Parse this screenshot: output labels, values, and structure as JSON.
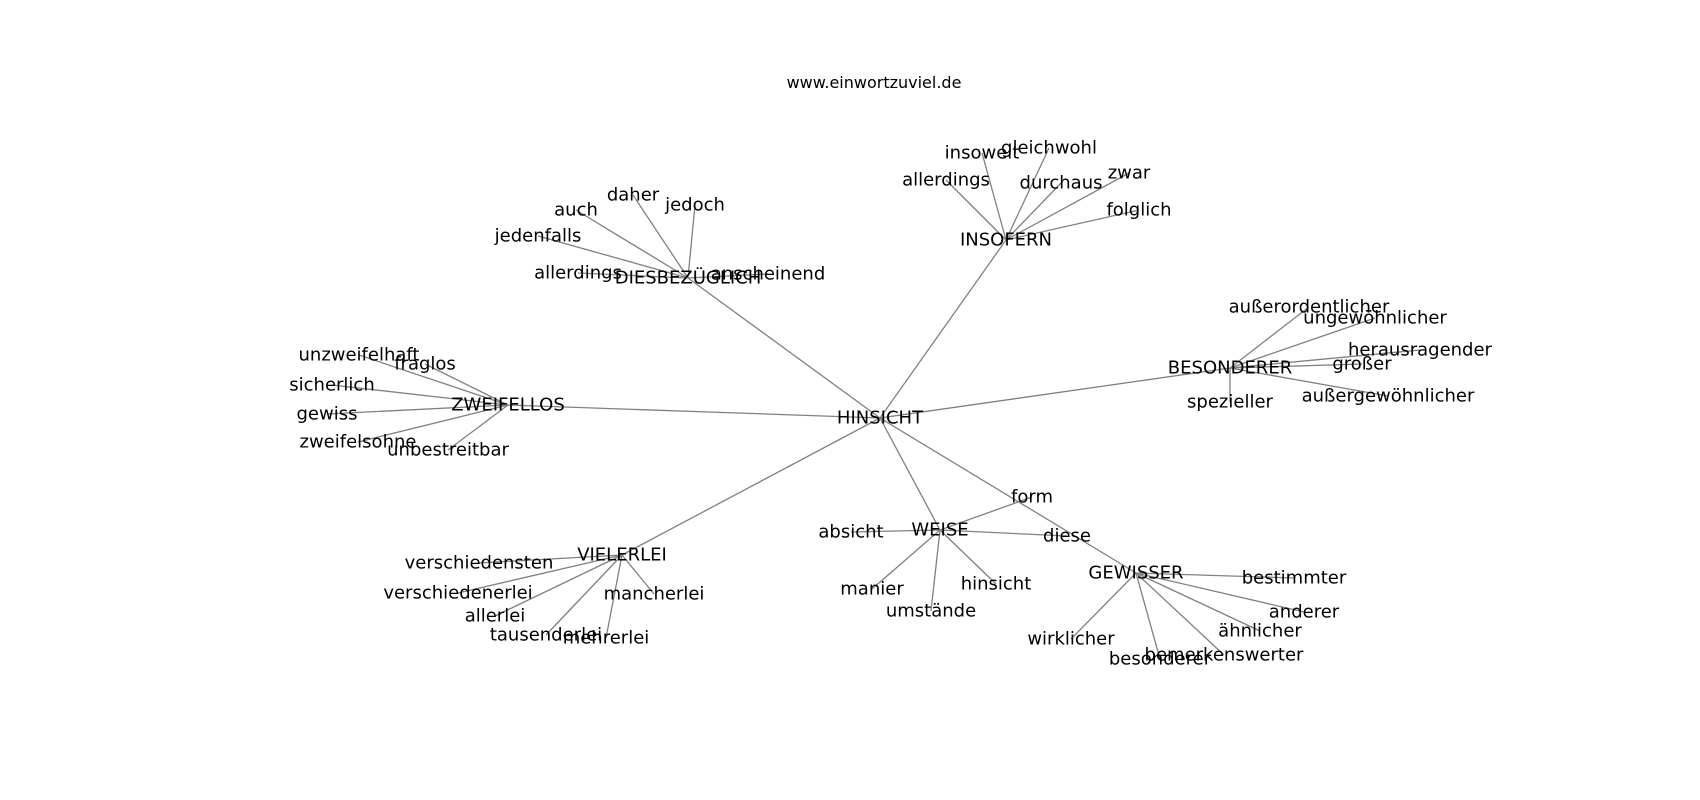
{
  "header": {
    "site": "www.einwortzuviel.de"
  },
  "colors": {
    "edge": "#808080",
    "text": "#000000",
    "background": "#ffffff"
  },
  "graph": {
    "center": "HINSICHT",
    "clusters": [
      {
        "hub": "INSOFERN",
        "words": [
          "insoweit",
          "gleichwohl",
          "allerdings",
          "durchaus",
          "zwar",
          "folglich"
        ]
      },
      {
        "hub": "DIESBEZÜGLICH",
        "words": [
          "daher",
          "jedoch",
          "auch",
          "jedenfalls",
          "allerdings",
          "anscheinend"
        ]
      },
      {
        "hub": "ZWEIFELLOS",
        "words": [
          "unzweifelhaft",
          "fraglos",
          "sicherlich",
          "gewiss",
          "zweifelsohne",
          "unbestreitbar"
        ]
      },
      {
        "hub": "BESONDERER",
        "words": [
          "außerordentlicher",
          "ungewöhnlicher",
          "herausragender",
          "großer",
          "spezieller",
          "außergewöhnlicher"
        ]
      },
      {
        "hub": "VIELERLEI",
        "words": [
          "verschiedensten",
          "verschiedenerlei",
          "mancherlei",
          "allerlei",
          "tausenderlei",
          "mehrerlei"
        ]
      },
      {
        "hub": "WEISE",
        "words": [
          "form",
          "absicht",
          "diese",
          "manier",
          "hinsicht",
          "umstände"
        ]
      },
      {
        "hub": "GEWISSER",
        "words": [
          "bestimmter",
          "anderer",
          "ähnlicher",
          "wirklicher",
          "bemerkenswerter",
          "besonderer"
        ]
      }
    ]
  }
}
